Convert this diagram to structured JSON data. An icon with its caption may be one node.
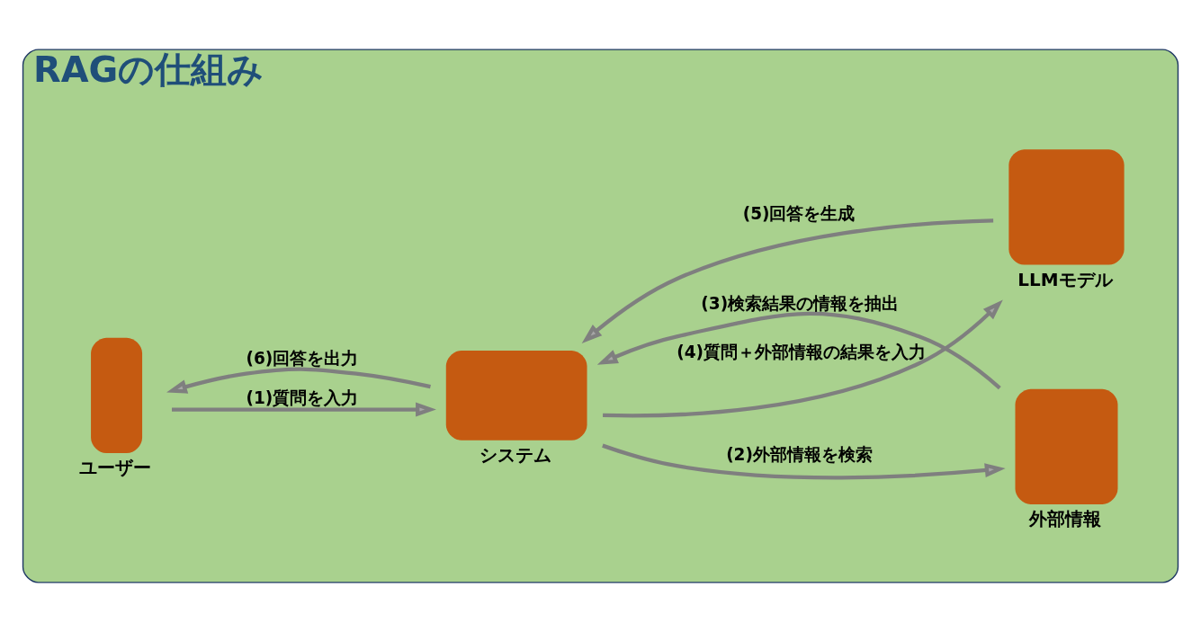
{
  "diagram": {
    "nodes": [
      {
        "text": [
          "RAGの仕組み"
        ]
      },
      {
        "text": [
          "ユーザー"
        ],
        "in": 0
      },
      {
        "text": [
          "システム"
        ],
        "in": 0
      },
      {
        "text": [
          "外部情報"
        ],
        "in": 0
      },
      {
        "text": [
          "LLMモデル"
        ],
        "in": 0
      }
    ],
    "edges": [
      {
        "from": 1,
        "to": 2,
        "arrow": "to",
        "label": "(1)質問を入力"
      },
      {
        "from": 2,
        "to": 3,
        "arrow": "to",
        "label": "(2)外部情報を検索"
      },
      {
        "from": 3,
        "to": 2,
        "arrow": "to",
        "label": "(3)検索結果の情報を抽出"
      },
      {
        "from": 2,
        "to": 4,
        "arrow": "to",
        "label": "(4)質問＋外部情報の結果を入力"
      },
      {
        "from": 4,
        "to": 2,
        "arrow": "to",
        "label": "(5)回答を生成"
      },
      {
        "from": 2,
        "to": 1,
        "arrow": "to",
        "label": "(6)回答を出力"
      }
    ]
  }
}
